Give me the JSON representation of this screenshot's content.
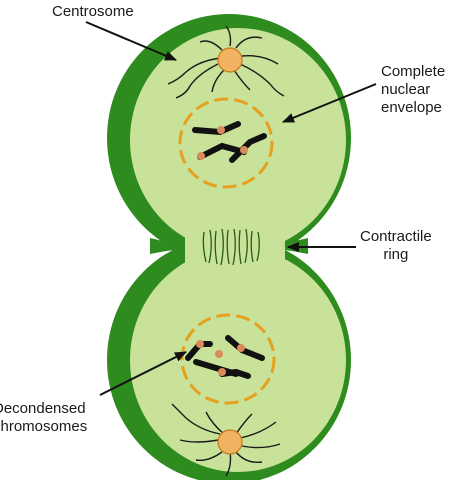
{
  "labels": {
    "centrosome": "Centrosome",
    "complete_nuclear_envelope": [
      "Complete",
      "nuclear",
      "envelope"
    ],
    "contractile_ring": [
      "Contractile",
      "ring"
    ],
    "decondensed_chromosomes": [
      "Decondensed",
      "chromosomes"
    ]
  },
  "colors": {
    "cell_wall": "#2e8b1e",
    "cytoplasm": "#c8e29a",
    "nuclear_envelope": "#e6a01e",
    "centrosome": "#f3b25f",
    "chromosome": "#111111",
    "centromere": "#d98a5a",
    "arrow": "#111111"
  }
}
